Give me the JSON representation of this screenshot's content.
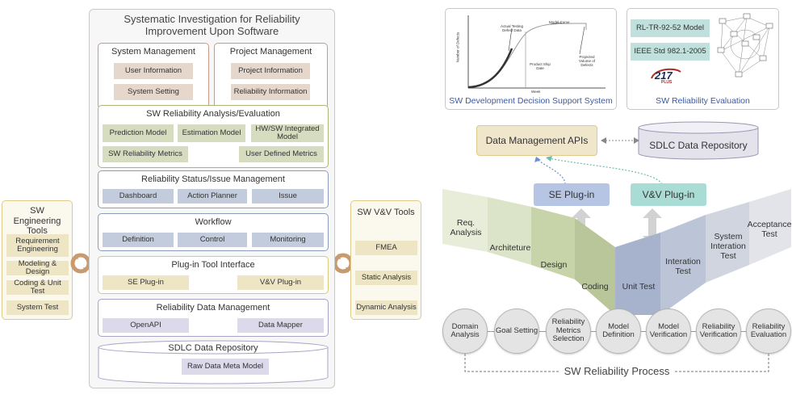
{
  "main": {
    "title": "Systematic Investigation for Reliability Improvement Upon Software",
    "system_mgmt": {
      "title": "System Management",
      "items": [
        "User Information",
        "System Setting"
      ]
    },
    "project_mgmt": {
      "title": "Project Management",
      "items": [
        "Project Information",
        "Reliability Information"
      ]
    },
    "analysis": {
      "title": "SW Reliability Analysis/Evaluation",
      "items": [
        "Prediction Model",
        "Estimation Model",
        "HW/SW Integrated Model",
        "SW Reliability Metrics",
        "User Defined Metrics"
      ]
    },
    "status": {
      "title": "Reliability Status/Issue Management",
      "items": [
        "Dashboard",
        "Action Planner",
        "Issue"
      ]
    },
    "workflow": {
      "title": "Workflow",
      "items": [
        "Definition",
        "Control",
        "Monitoring"
      ]
    },
    "plugin": {
      "title": "Plug-in Tool Interface",
      "items": [
        "SE Plug-in",
        "V&V Plug-in"
      ]
    },
    "data_mgmt": {
      "title": "Reliability Data Management",
      "items": [
        "OpenAPI",
        "Data Mapper"
      ]
    },
    "repo": {
      "title": "SDLC Data Repository",
      "item": "Raw Data Meta Model"
    }
  },
  "left_tools": {
    "title": "SW Engineering Tools",
    "items": [
      "Requirement Engineering",
      "Modeling & Design",
      "Coding & Unit Test",
      "System Test"
    ]
  },
  "right_tools": {
    "title": "SW V&V Tools",
    "items": [
      "FMEA",
      "Static Analysis",
      "Dynamic Analysis"
    ]
  },
  "decision": {
    "caption": "SW Development Decision Support System",
    "plot": {
      "ylabel": "Number of Defects",
      "xlabel": "Week",
      "labels": [
        "Model Curve",
        "Actual Testing Defect Data",
        "Product Ship Date",
        "Projected Volume of Defects"
      ]
    }
  },
  "evaluation": {
    "caption": "SW Reliability Evaluation",
    "items": [
      "RL-TR-92-52 Model",
      "IEEE Std 982.1-2005"
    ],
    "logo_text": "217",
    "logo_sub": "PLUS"
  },
  "apis": {
    "label": "Data Management APIs",
    "repo": "SDLC Data Repository"
  },
  "plugins": {
    "se": "SE Plug-in",
    "vv": "V&V Plug-in"
  },
  "v_model": [
    "Req. Analysis",
    "Architeture",
    "Design",
    "Coding",
    "Unit Test",
    "Interation Test",
    "System Interation Test",
    "Acceptance Test"
  ],
  "process": {
    "steps": [
      "Domain Analysis",
      "Goal Setting",
      "Reliability Metrics Selection",
      "Model Definition",
      "Model Verification",
      "Reliability Verification",
      "Reliability Evaluation"
    ],
    "label": "SW Reliability Process"
  },
  "colors": {
    "orange": "#c99a82",
    "orange_fill": "#e6d7cd",
    "green": "#a9b67a",
    "green_fill": "#d6dcc0",
    "blue": "#8a9dbd",
    "blue_fill": "#c3ccdc",
    "yellow": "#d9c878",
    "yellow_fill": "#ede5c4",
    "purple": "#a9a3c6",
    "purple_fill": "#dcd9ea",
    "teal": "#7fc1bb",
    "v_blue": "#a7b3cc"
  }
}
